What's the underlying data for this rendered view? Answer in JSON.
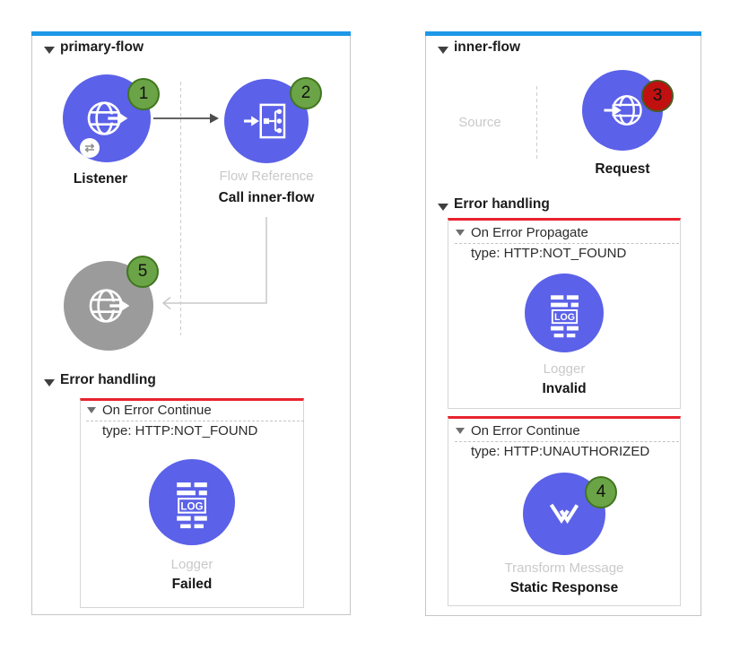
{
  "primary_flow": {
    "title": "primary-flow",
    "listener_label": "Listener",
    "listener_badge": "1",
    "flow_ref_type": "Flow Reference",
    "flow_ref_name": "Call inner-flow",
    "flow_ref_badge": "2",
    "ghost_badge": "5",
    "error_title": "Error handling",
    "scope_kind": "On Error Continue",
    "scope_type": "type: HTTP:NOT_FOUND",
    "logger_type": "Logger",
    "logger_name": "Failed"
  },
  "inner_flow": {
    "title": "inner-flow",
    "source_label": "Source",
    "request_label": "Request",
    "request_badge": "3",
    "error_title": "Error handling",
    "scope1_kind": "On Error Propagate",
    "scope1_type": "type: HTTP:NOT_FOUND",
    "scope1_logger_type": "Logger",
    "scope1_logger_name": "Invalid",
    "scope2_kind": "On Error Continue",
    "scope2_type": "type: HTTP:UNAUTHORIZED",
    "scope2_transform_type": "Transform Message",
    "scope2_transform_name": "Static Response",
    "scope2_badge": "4"
  },
  "icons": {
    "logger_text": "LOG",
    "exchange_glyph": "⇄"
  },
  "colors": {
    "flow_accent_bar": "#1e98e8",
    "node_blue": "#5b61e8",
    "node_gray": "#9b9b9b",
    "badge_green": "#6ba447",
    "badge_green_border": "#41761f",
    "badge_red": "#c01010",
    "error_scope_border": "#e8232e",
    "panel_border": "#c6c6c6",
    "muted_label": "#c9c9c9"
  }
}
